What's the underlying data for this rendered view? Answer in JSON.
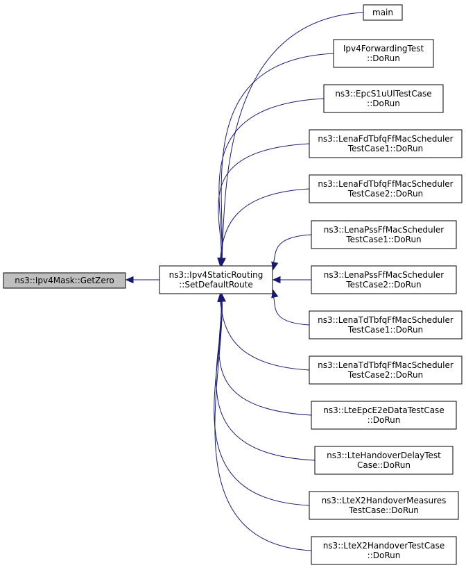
{
  "colors": {
    "edge": "#191970",
    "current_node_fill": "#bfbfbf",
    "node_fill": "#ffffff",
    "node_border": "#000000"
  },
  "nodes": [
    {
      "id": "getzero",
      "lines": [
        "ns3::Ipv4Mask::GetZero"
      ],
      "current": true
    },
    {
      "id": "setdefaultroute",
      "lines": [
        "ns3::Ipv4StaticRouting",
        "::SetDefaultRoute"
      ]
    },
    {
      "id": "main",
      "lines": [
        "main"
      ]
    },
    {
      "id": "ipv4fwd",
      "lines": [
        "Ipv4ForwardingTest",
        "::DoRun"
      ]
    },
    {
      "id": "epcs1u",
      "lines": [
        "ns3::EpcS1uUlTestCase",
        "::DoRun"
      ]
    },
    {
      "id": "lenafd1",
      "lines": [
        "ns3::LenaFdTbfqFfMacScheduler",
        "TestCase1::DoRun"
      ]
    },
    {
      "id": "lenafd2",
      "lines": [
        "ns3::LenaFdTbfqFfMacScheduler",
        "TestCase2::DoRun"
      ]
    },
    {
      "id": "lenapss1",
      "lines": [
        "ns3::LenaPssFfMacScheduler",
        "TestCase1::DoRun"
      ]
    },
    {
      "id": "lenapss2",
      "lines": [
        "ns3::LenaPssFfMacScheduler",
        "TestCase2::DoRun"
      ]
    },
    {
      "id": "lenatd1",
      "lines": [
        "ns3::LenaTdTbfqFfMacScheduler",
        "TestCase1::DoRun"
      ]
    },
    {
      "id": "lenatd2",
      "lines": [
        "ns3::LenaTdTbfqFfMacScheduler",
        "TestCase2::DoRun"
      ]
    },
    {
      "id": "lteepce2e",
      "lines": [
        "ns3::LteEpcE2eDataTestCase",
        "::DoRun"
      ]
    },
    {
      "id": "ltehodelay",
      "lines": [
        "ns3::LteHandoverDelayTest",
        "Case::DoRun"
      ]
    },
    {
      "id": "ltex2meas",
      "lines": [
        "ns3::LteX2HandoverMeasures",
        "TestCase::DoRun"
      ]
    },
    {
      "id": "ltex2ho",
      "lines": [
        "ns3::LteX2HandoverTestCase",
        "::DoRun"
      ]
    }
  ],
  "edges": [
    {
      "from": "setdefaultroute",
      "to": "getzero"
    },
    {
      "from": "main",
      "to": "setdefaultroute"
    },
    {
      "from": "ipv4fwd",
      "to": "setdefaultroute"
    },
    {
      "from": "epcs1u",
      "to": "setdefaultroute"
    },
    {
      "from": "lenafd1",
      "to": "setdefaultroute"
    },
    {
      "from": "lenafd2",
      "to": "setdefaultroute"
    },
    {
      "from": "lenapss1",
      "to": "setdefaultroute"
    },
    {
      "from": "lenapss2",
      "to": "setdefaultroute"
    },
    {
      "from": "lenatd1",
      "to": "setdefaultroute"
    },
    {
      "from": "lenatd2",
      "to": "setdefaultroute"
    },
    {
      "from": "lteepce2e",
      "to": "setdefaultroute"
    },
    {
      "from": "ltehodelay",
      "to": "setdefaultroute"
    },
    {
      "from": "ltex2meas",
      "to": "setdefaultroute"
    },
    {
      "from": "ltex2ho",
      "to": "setdefaultroute"
    }
  ]
}
